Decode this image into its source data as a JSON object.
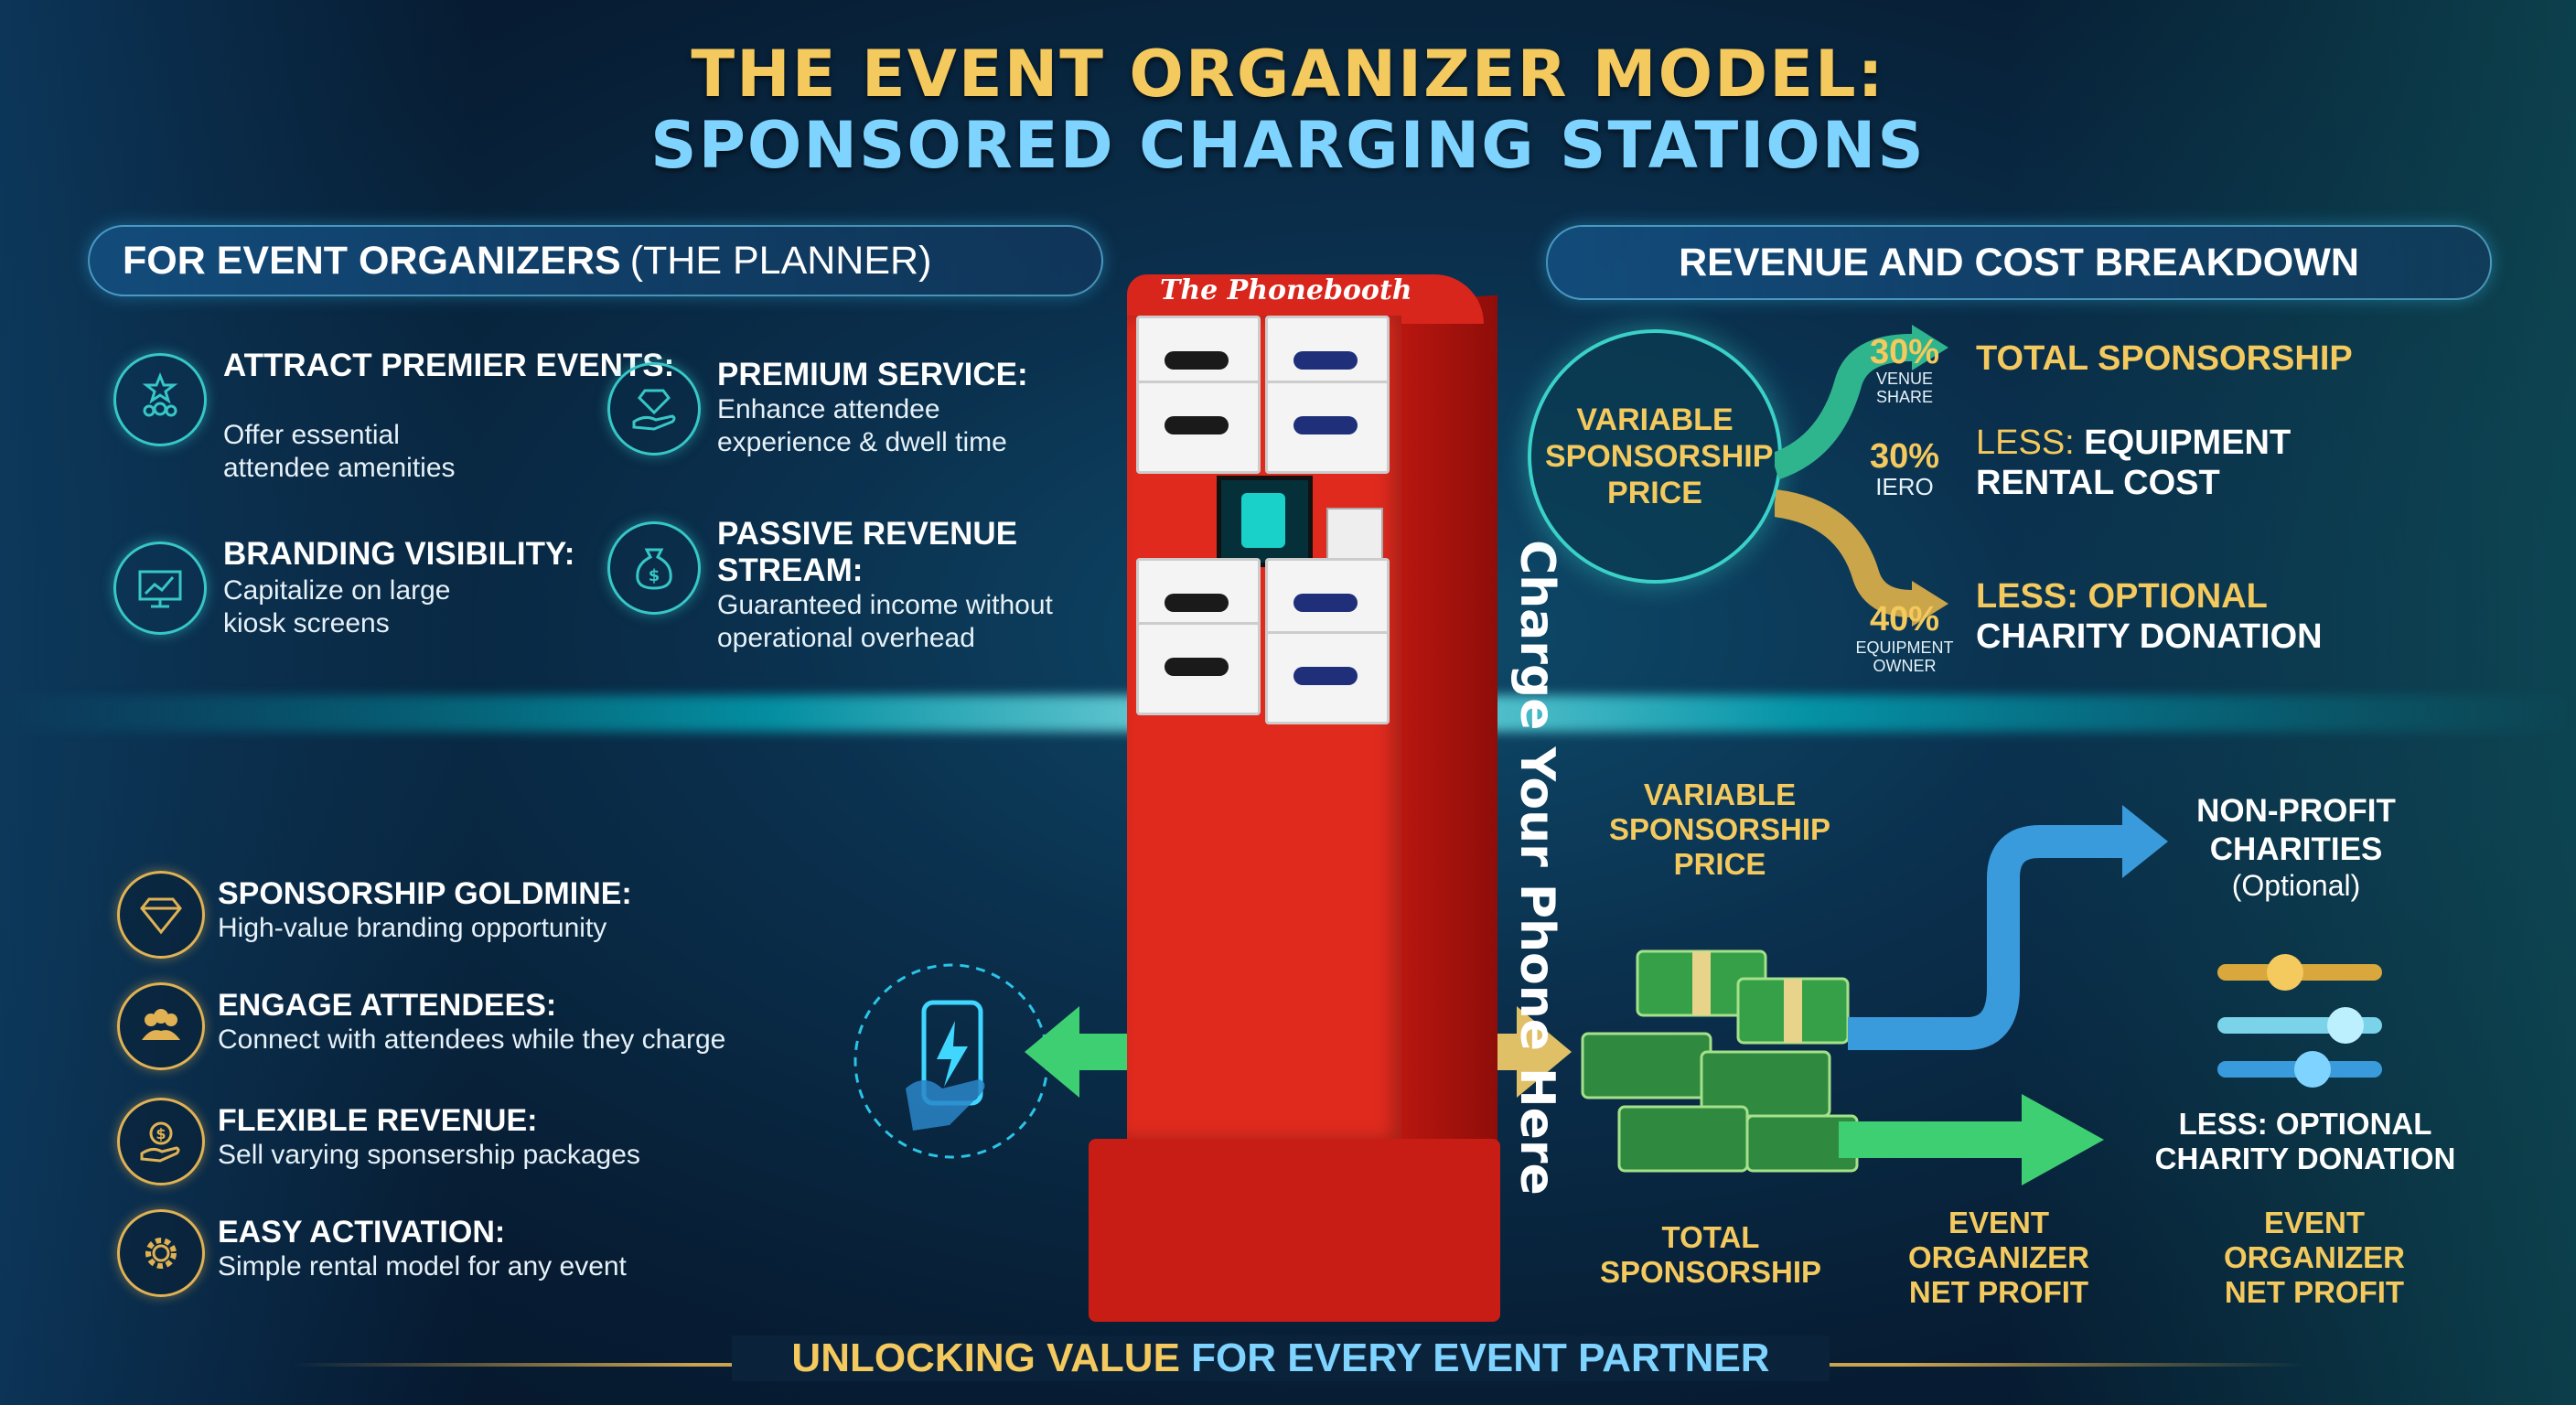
{
  "title": {
    "line1": "THE EVENT ORGANIZER MODEL:",
    "line2": "SPONSORED CHARGING STATIONS"
  },
  "left_banner": {
    "bold": "FOR EVENT ORGANIZERS",
    "light": "(THE PLANNER)"
  },
  "right_banner": "REVENUE AND COST BREAKDOWN",
  "organizer_features": [
    {
      "title": "ATTRACT PREMIER EVENTS:",
      "desc": "Offer essential attendee amenities",
      "icon": "star-people-icon"
    },
    {
      "title": "PREMIUM SERVICE:",
      "desc": "Enhance attendee experience & dwell time",
      "icon": "diamond-hand-icon"
    },
    {
      "title": "BRANDING VISIBILITY:",
      "desc": "Capitalize on large kiosk screens",
      "icon": "monitor-chart-icon"
    },
    {
      "title": "PASSIVE REVENUE STREAM:",
      "desc": "Guaranteed income without operational overhead",
      "icon": "money-bag-icon"
    }
  ],
  "benefits": [
    {
      "title": "SPONSORSHIP GOLDMINE:",
      "desc": "High-value branding opportunity",
      "icon": "diamond-icon"
    },
    {
      "title": "ENGAGE ATTENDEES:",
      "desc": "Connect with attendees while they charge",
      "icon": "people-icon"
    },
    {
      "title": "FLEXIBLE REVENUE:",
      "desc": "Sell varying sponsership packages",
      "icon": "dollar-hand-icon"
    },
    {
      "title": "EASY ACTIVATION:",
      "desc": "Simple rental model for any event",
      "icon": "gear-icon"
    }
  ],
  "kiosk": {
    "brand": "The Phonebooth",
    "side_text": "Charge Your Phone Here"
  },
  "circle_label": "VARIABLE SPONSORSHIP PRICE",
  "splits": [
    {
      "pct": "30%",
      "label": "VENUE SHARE"
    },
    {
      "pct": "30%",
      "label": "IERO"
    },
    {
      "pct": "40%",
      "label": "EQUIPMENT OWNER"
    }
  ],
  "revenue_lines": {
    "total": "TOTAL SPONSORSHIP",
    "equip_less": "LESS:",
    "equip_rest": "EQUIPMENT",
    "equip_line2": "RENTAL COST",
    "charity_less": "LESS:",
    "charity_rest": "OPTIONAL",
    "charity_line2": "CHARITY DONATION"
  },
  "flow": {
    "variable_price": "VARIABLE SPONSORSHIP PRICE",
    "total_sponsorship": "TOTAL SPONSORSHIP",
    "non_profit": "NON-PROFIT CHARITIES",
    "optional": "(Optional)",
    "less_optional": "LESS: OPTIONAL CHARITY DONATION",
    "net_profit_1": "EVENT ORGANIZER NET PROFIT",
    "net_profit_2": "EVENT ORGANIZER NET PROFIT"
  },
  "footer": {
    "part1": "UNLOCKING VALUE",
    "part2": "FOR EVERY EVENT PARTNER"
  },
  "colors": {
    "gold": "#f4c95d",
    "cyan": "#7fd3ff",
    "teal": "#37c7c7",
    "kiosk_red": "#e02a1e",
    "green_arrow": "#3fcf73",
    "blue_arrow": "#3a9bdc"
  }
}
